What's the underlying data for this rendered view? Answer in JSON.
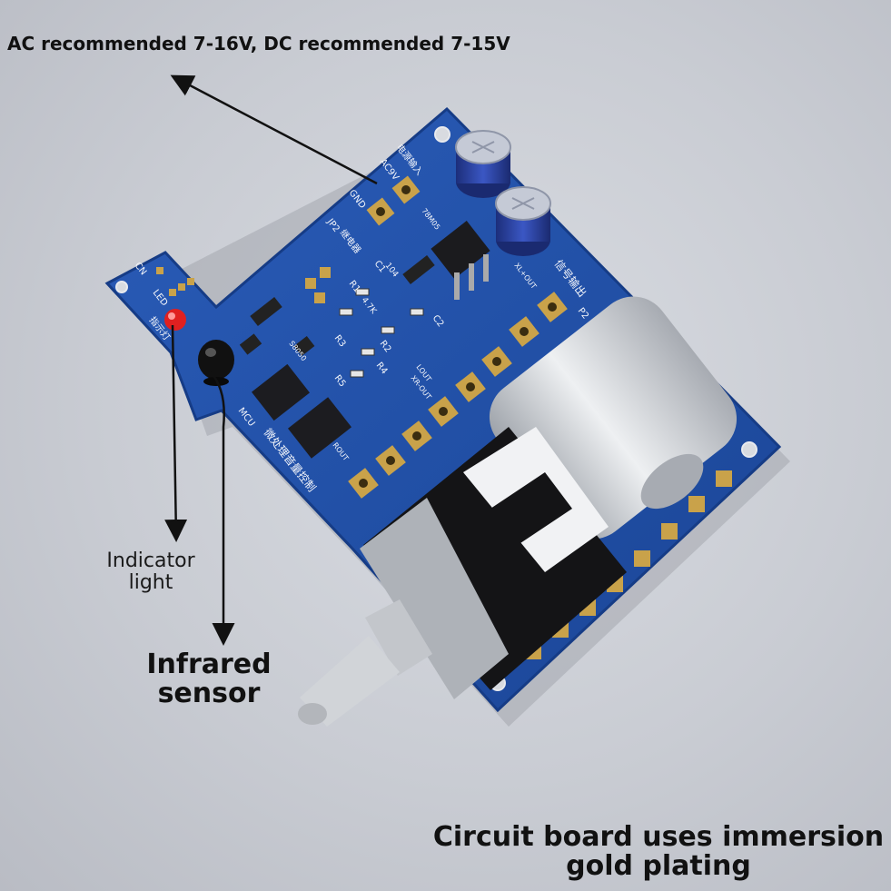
{
  "annotations": {
    "power_note": "AC recommended 7-16V, DC recommended 7-15V",
    "indicator_light": "Indicator light",
    "infrared_sensor": "Infrared sensor",
    "plating_note": "Circuit board uses immersion gold plating"
  },
  "board_silkscreen": {
    "gnd": "GND",
    "ac9v": "AC9V",
    "power_input": "电源输入",
    "jp2": "JP2",
    "relay": "继电器",
    "led": "LED",
    "cn": "CN",
    "indicator": "指示灯",
    "mcu": "MCU",
    "mcu_label": "微处理音量控制",
    "c1": "C1",
    "c2": "C2",
    "r1": "R1",
    "r2": "R2",
    "r3": "R3",
    "r4": "R4",
    "r5": "R5",
    "res_value": "4.7K",
    "cap_value": "104",
    "xl_out": "XL+OUT",
    "xr_out": "XR-OUT",
    "lout": "LOUT",
    "rout": "ROUT",
    "p2": "P2",
    "signal_out": "信号输出",
    "regulator": "78M05",
    "s8050": "S8050"
  },
  "colors": {
    "board_blue": "#1f4fa6",
    "board_dark": "#163c86",
    "gold_pad": "#c9a24a",
    "background": "#c9ccd3",
    "led_red": "#e02020"
  }
}
